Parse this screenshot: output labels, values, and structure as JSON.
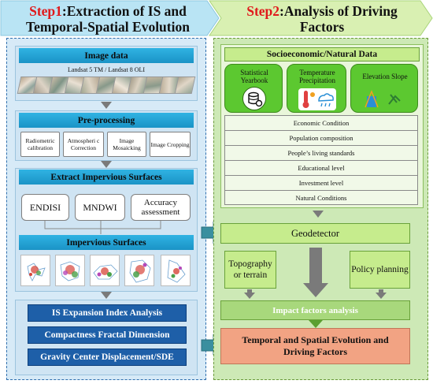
{
  "step1": {
    "step_label": "Step1",
    "title_rest_line1": ":Extraction of IS and",
    "title_line2": "Temporal-Spatial Evolution",
    "image_data": {
      "title": "Image data",
      "subtitle": "Landsat 5 TM / Landsat 8 OLI"
    },
    "preprocessing": {
      "title": "Pre-processing",
      "items": [
        "Radiometric calibration",
        "Atmospheri c Correction",
        "Image Mosaicking",
        "Image Cropping"
      ]
    },
    "extract": {
      "title": "Extract Impervious Surfaces",
      "methods": [
        "ENDISI",
        "MNDWI",
        "Accuracy assessment"
      ],
      "result": "Impervious Surfaces"
    },
    "analysis": [
      "IS Expansion Index Analysis",
      "Compactness Fractal Dimension",
      "Gravity Center Displacement/SDE"
    ]
  },
  "step2": {
    "step_label": "Step2",
    "title_rest_line1": ":Analysis of Driving",
    "title_line2": "Factors",
    "socio": {
      "title": "Socioeconomic/Natural Data",
      "sources": [
        "Statistical Yearbook",
        "Temperature Precipitation",
        "Elevation Slope"
      ],
      "rows": [
        "Economic Condition",
        "Population composition",
        "People’s living standards",
        "Educational level",
        "Investment level",
        "Natural Conditions"
      ]
    },
    "geodetector": "Geodetector",
    "topography": "Topography or terrain",
    "policy": "Policy planning",
    "impact": "Impact factors analysis",
    "final": "Temporal and Spatial Evolution and Driving Factors"
  },
  "colors": {
    "left_header": "#b9e4f4",
    "right_header": "#d9f0b2",
    "left_panel_bg": "#d7eaf7",
    "right_panel_bg": "#cde9b6",
    "blue_bar": "#21a3d6",
    "dark_button": "#1e5fa8",
    "step_red": "#e0191c",
    "final_box": "#f2a383"
  }
}
